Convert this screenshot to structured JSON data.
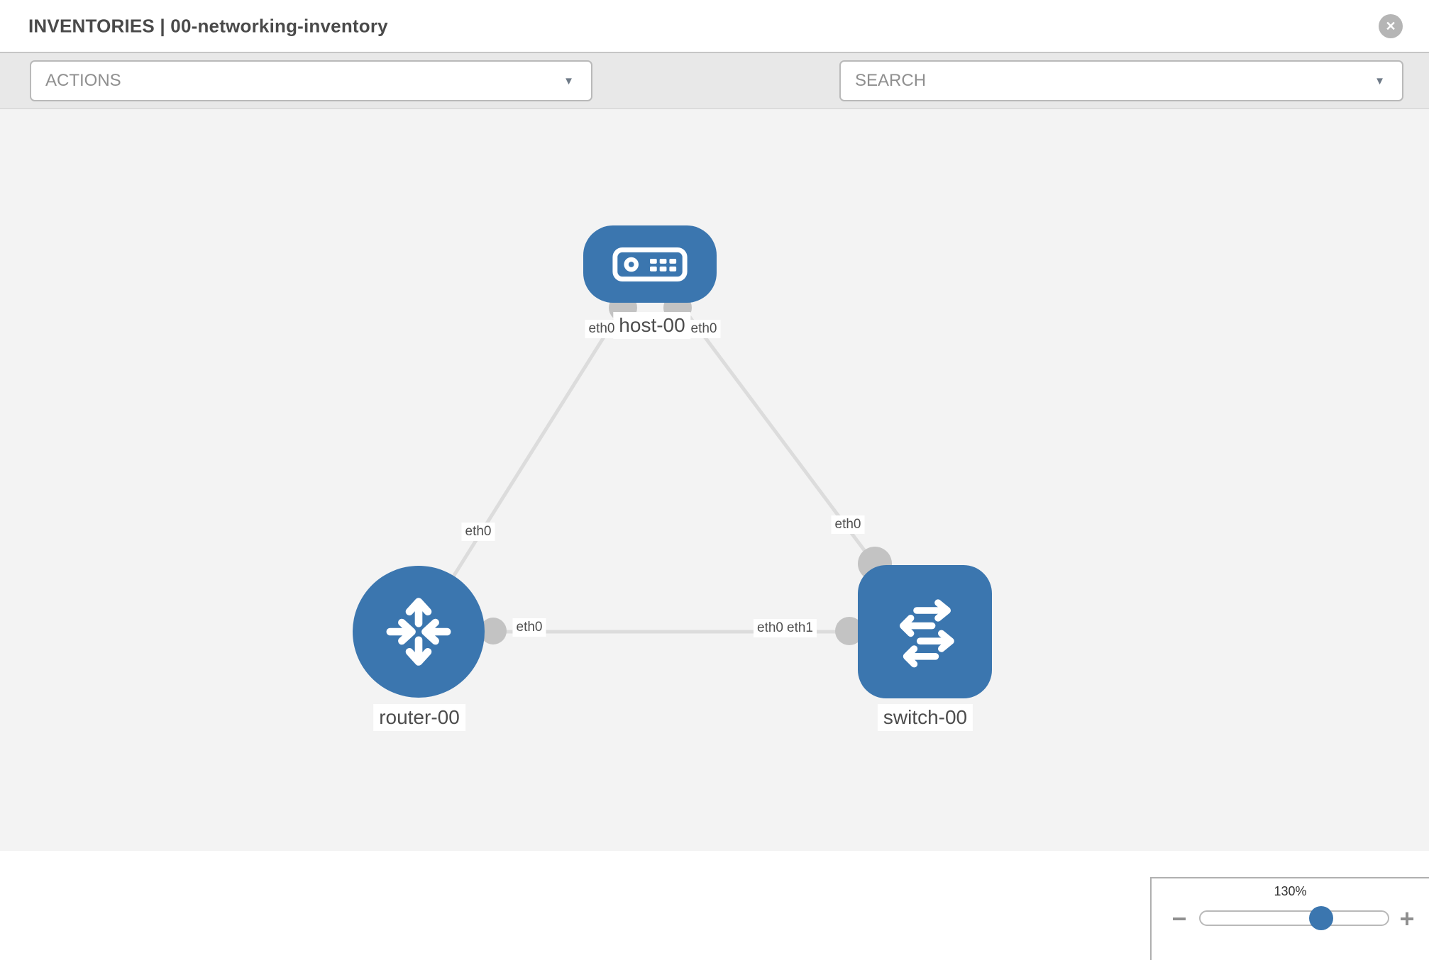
{
  "header": {
    "title": "INVENTORIES | 00-networking-inventory",
    "close_glyph": "✕"
  },
  "toolbar": {
    "actions_label": "ACTIONS",
    "search_label": "SEARCH",
    "caret_glyph": "▼",
    "icons": [
      "wrench-icon",
      "key-icon"
    ]
  },
  "diagram": {
    "nodes": [
      {
        "label": "host-00",
        "type": "host"
      },
      {
        "label": "router-00",
        "type": "router"
      },
      {
        "label": "switch-00",
        "type": "switch"
      }
    ],
    "links": [
      {
        "from": "host-00",
        "from_interface": "eth0",
        "to": "router-00",
        "to_interface": "eth0"
      },
      {
        "from": "host-00",
        "from_interface": "eth0",
        "to": "switch-00",
        "to_interface": "eth0"
      },
      {
        "from": "router-00",
        "from_interface": "eth0",
        "to": "switch-00",
        "to_interface": "eth1"
      }
    ],
    "interface_labels": [
      {
        "text": "eth0"
      },
      {
        "text": "eth0"
      },
      {
        "text": "eth0"
      },
      {
        "text": "eth0"
      },
      {
        "text": "eth0"
      },
      {
        "text": "eth0"
      },
      {
        "text": "eth1"
      }
    ]
  },
  "zoom_panel": {
    "level": "130%",
    "minus_glyph": "−",
    "plus_glyph": "+"
  },
  "colors": {
    "node_blue": "#3b76af",
    "link_gray": "#dcdcdc",
    "port_gray": "#c3c3c3",
    "toolbar_gray": "#e8e8e8",
    "canvas_gray": "#f3f3f3"
  }
}
